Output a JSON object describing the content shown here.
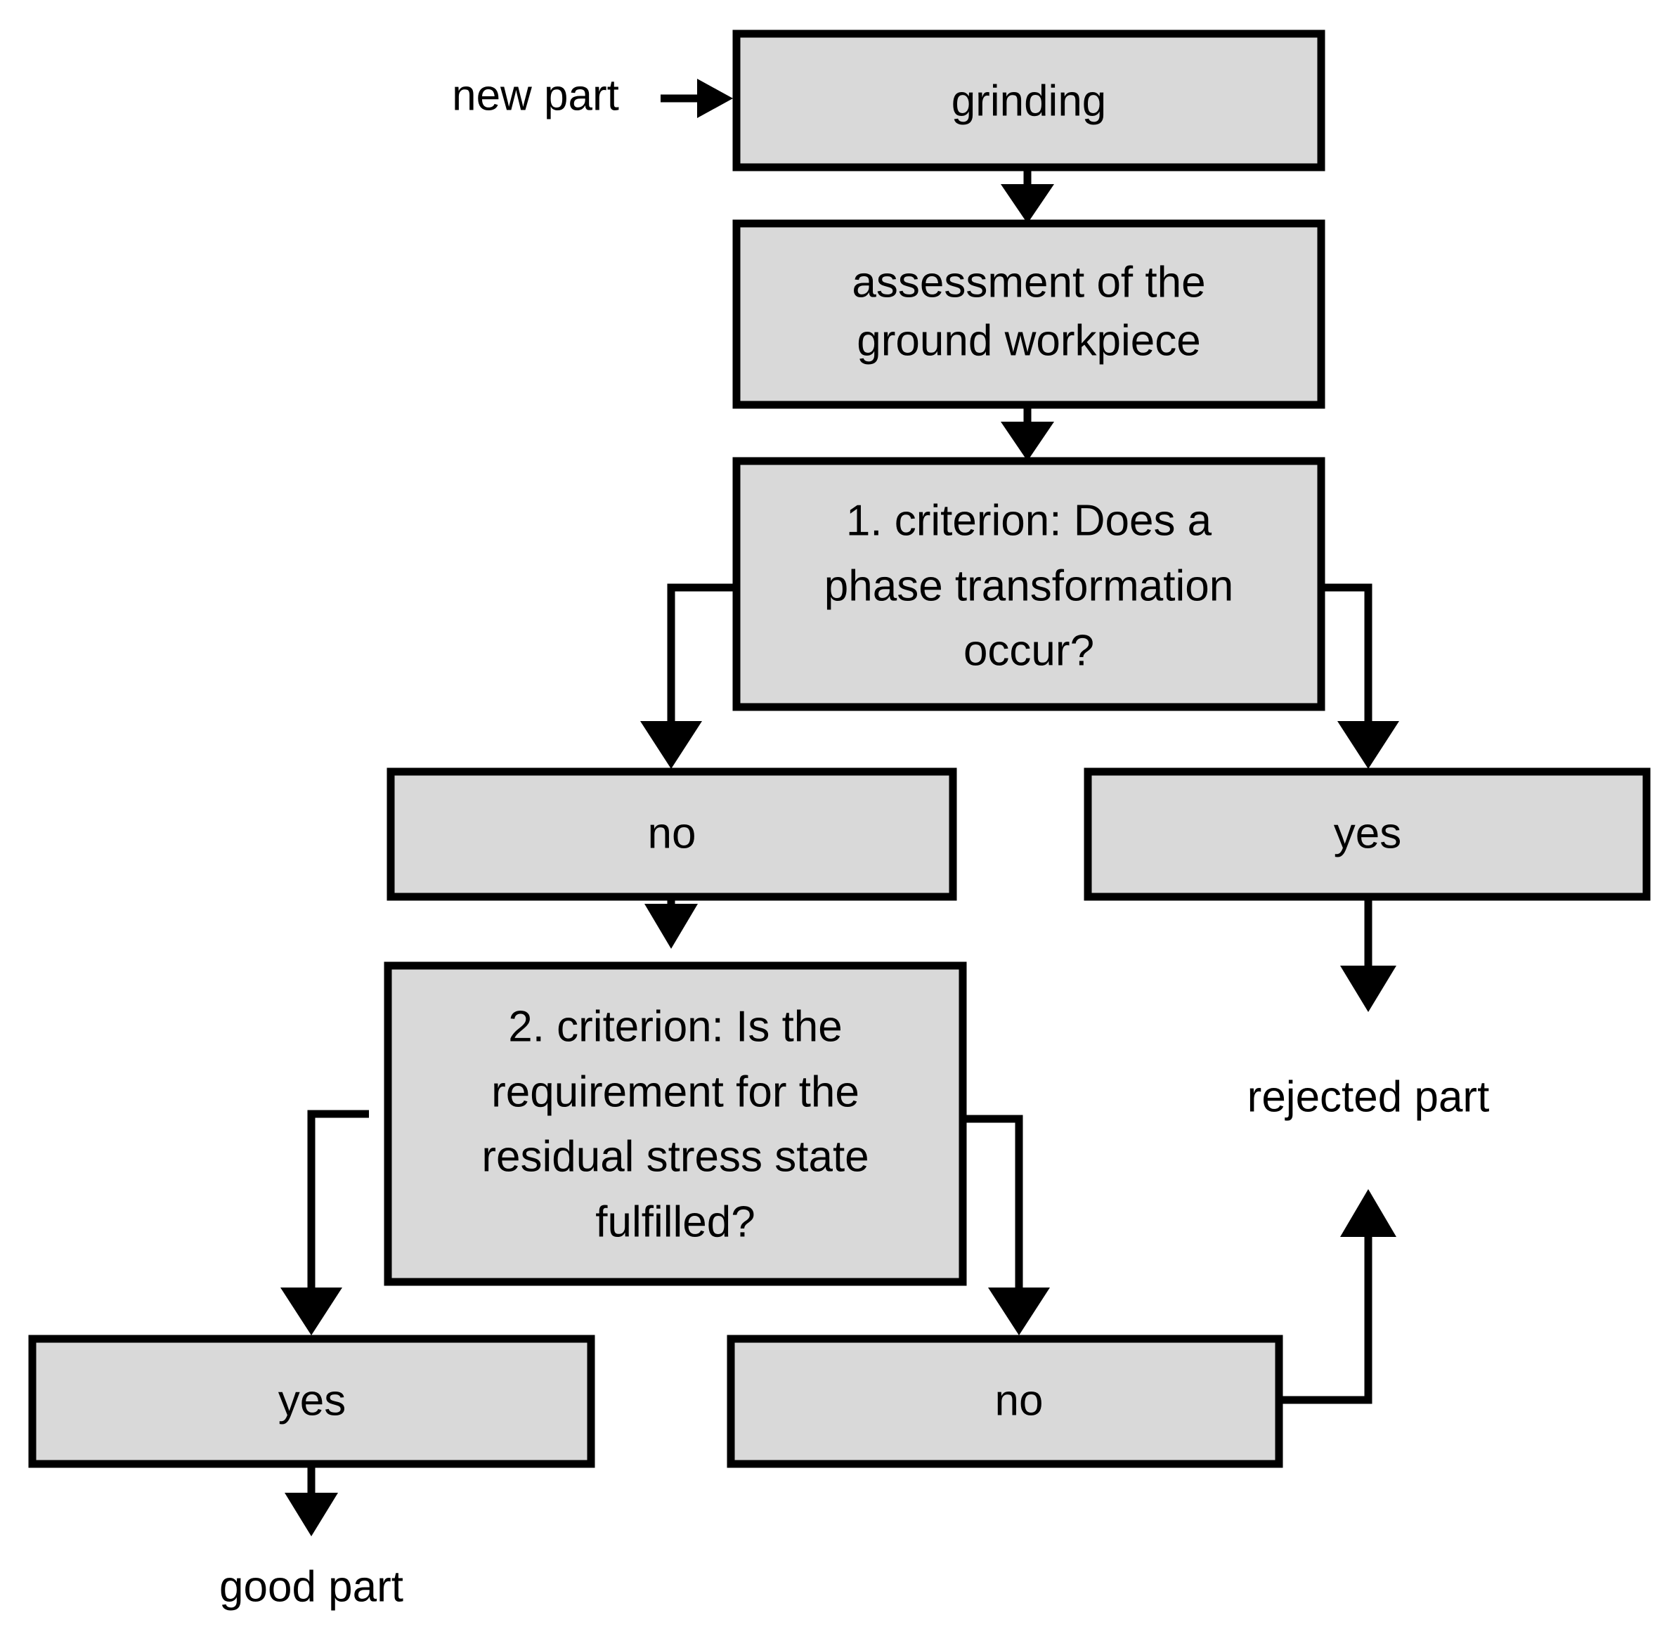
{
  "diagram": {
    "title": "grinding process quality assessment flowchart",
    "colors": {
      "box_fill": "#d9d9d9",
      "box_stroke": "#000000",
      "text": "#000000",
      "background": "#ffffff"
    },
    "nodes": {
      "grinding": {
        "label": "grinding"
      },
      "assessment": {
        "line1": "assessment of the",
        "line2": "ground workpiece"
      },
      "criterion1": {
        "line1": "1. criterion: Does a",
        "line2": "phase transformation",
        "line3": "occur?"
      },
      "criterion1_no": {
        "label": "no"
      },
      "criterion1_yes": {
        "label": "yes"
      },
      "criterion2": {
        "line1": "2. criterion: Is the",
        "line2": "requirement for the",
        "line3": "residual stress state",
        "line4": "fulfilled?"
      },
      "criterion2_yes": {
        "label": "yes"
      },
      "criterion2_no": {
        "label": "no"
      }
    },
    "terminals": {
      "input": {
        "label": "new part"
      },
      "good": {
        "label": "good part"
      },
      "rejected": {
        "label": "rejected part"
      }
    }
  }
}
